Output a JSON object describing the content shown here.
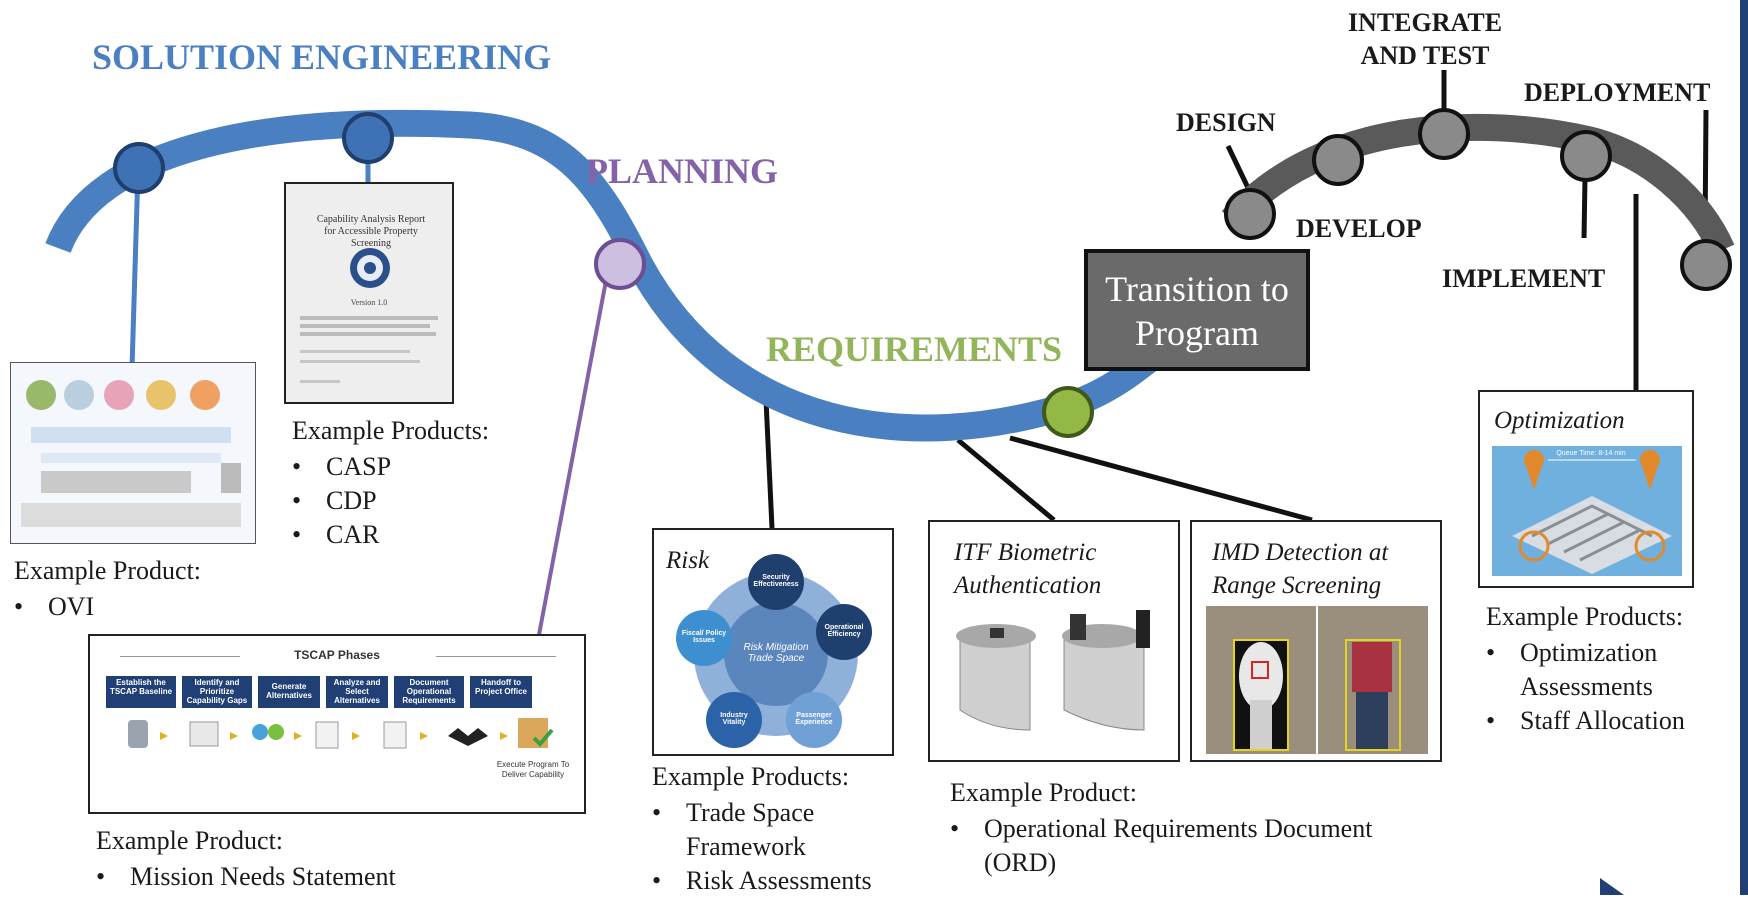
{
  "stages": {
    "solution_engineering": "SOLUTION ENGINEERING",
    "planning": "PLANNING",
    "requirements": "REQUIREMENTS",
    "transition": "Transition to Program"
  },
  "steps": {
    "design": "DESIGN",
    "integrate": "INTEGRATE AND TEST",
    "deployment": "DEPLOYMENT",
    "develop": "DEVELOP",
    "implement": "IMPLEMENT"
  },
  "colors": {
    "blue_curve": "#4a7fc1",
    "dark_curve": "#5a5a5a",
    "solution_text": "#4a7fc1",
    "planning_text": "#8462a8",
    "requirements_text": "#93b55a",
    "node_blue": "#3f72b4",
    "node_planning": "#cdbfe0",
    "node_requirements": "#93b846",
    "node_gray": "#8a8a8a"
  },
  "ovi": {
    "heading": "Example Product:",
    "items": [
      "OVI"
    ]
  },
  "car_doc": {
    "line1": "Capability Analysis Report",
    "line2": "for Accessible Property Screening",
    "version": "Version 1.0",
    "heading": "Example Products:",
    "items": [
      "CASP",
      "CDP",
      "CAR"
    ]
  },
  "tscap": {
    "title": "TSCAP Phases",
    "phases": [
      "Establish the TSCAP Baseline",
      "Identify and Prioritize Capability Gaps",
      "Generate Alternatives",
      "Analyze and Select Alternatives",
      "Document Operational Requirements",
      "Handoff to Project Office"
    ],
    "execute": "Execute Program To Deliver Capability",
    "heading": "Example Product:",
    "items": [
      "Mission Needs Statement"
    ]
  },
  "risk": {
    "title": "Risk",
    "center": "Risk Mitigation Trade Space",
    "nodes": [
      "Security Effectiveness",
      "Operational Efficiency",
      "Passenger Experience",
      "Industry Vitality",
      "Fiscal/ Policy Issues"
    ],
    "heading": "Example Products:",
    "items": [
      "Trade Space Framework",
      "Risk Assessments"
    ]
  },
  "itf": {
    "title": "ITF Biometric Authentication"
  },
  "imd": {
    "title": "IMD Detection at Range Screening"
  },
  "ord": {
    "heading": "Example Product:",
    "items": [
      "Operational Requirements Document (ORD)"
    ]
  },
  "optimization": {
    "title": "Optimization",
    "queue": "Queue Time: 8-14 min",
    "heading": "Example Products:",
    "items": [
      "Optimization Assessments",
      "Staff Allocation"
    ]
  }
}
